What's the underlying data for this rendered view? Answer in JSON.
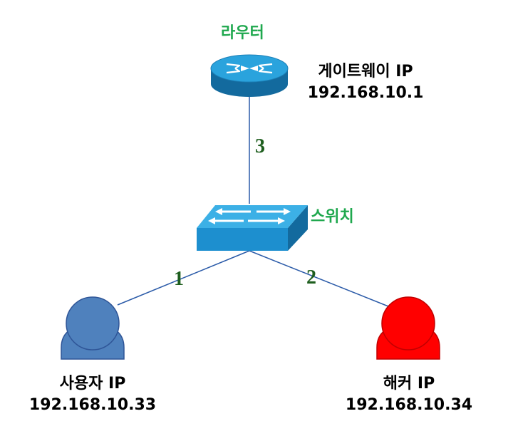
{
  "router": {
    "label": "라우터",
    "ip_title": "게이트웨이 IP",
    "ip": "192.168.10.1"
  },
  "switch": {
    "label": "스위치"
  },
  "links": {
    "router_switch": "3",
    "switch_user": "1",
    "switch_hacker": "2"
  },
  "user": {
    "title": "사용자 IP",
    "ip": "192.168.10.33"
  },
  "hacker": {
    "title": "해커 IP",
    "ip": "192.168.10.34"
  },
  "colors": {
    "label_green": "#1fa84e",
    "number_green": "#1e5e1e",
    "device_blue": "#1d8fcf",
    "user_blue": "#4f81bd",
    "hacker_red": "#ff0000"
  }
}
